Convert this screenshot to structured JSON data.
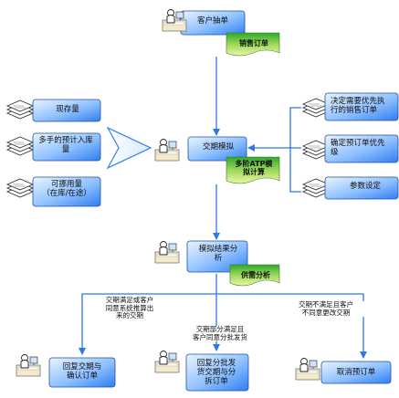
{
  "colors": {
    "box_fill": "#2f7ef0",
    "box_fill_light": "#d6e8ff",
    "box_border": "#1f4fa8",
    "arrow": "#2b79e6",
    "doc_fill": "#2ea82e",
    "doc_fill_light": "#eaf6a8"
  },
  "top": {
    "node_label": "客户抽单",
    "doc_label": "销售订单"
  },
  "left_inputs": [
    {
      "label": "现存量"
    },
    {
      "label": "多手的预计入库\n量"
    },
    {
      "label": "可挪用量\n（在库/在途）"
    }
  ],
  "right_inputs": [
    {
      "label": "决定需要优先执\n行的销售订单"
    },
    {
      "label": "确定预订单优先\n级"
    },
    {
      "label": "参数设定"
    }
  ],
  "center": {
    "node_label": "交期模拟",
    "doc_label": "多阶ATP模\n拟计算"
  },
  "analysis": {
    "node_label": "模拟结果分\n析",
    "doc_label": "供需分析"
  },
  "conditions": {
    "left": "交期满足或客户\n同意系统推算出\n来的交期",
    "middle": "交期部分满足且\n客户同意分批发货",
    "right": "交期不满足且客户\n不同意更改交期"
  },
  "outcomes": [
    {
      "label": "回复交期与\n确认订单"
    },
    {
      "label": "回复分批发\n货交期与分\n拆订单"
    },
    {
      "label": "取消预订单"
    }
  ]
}
